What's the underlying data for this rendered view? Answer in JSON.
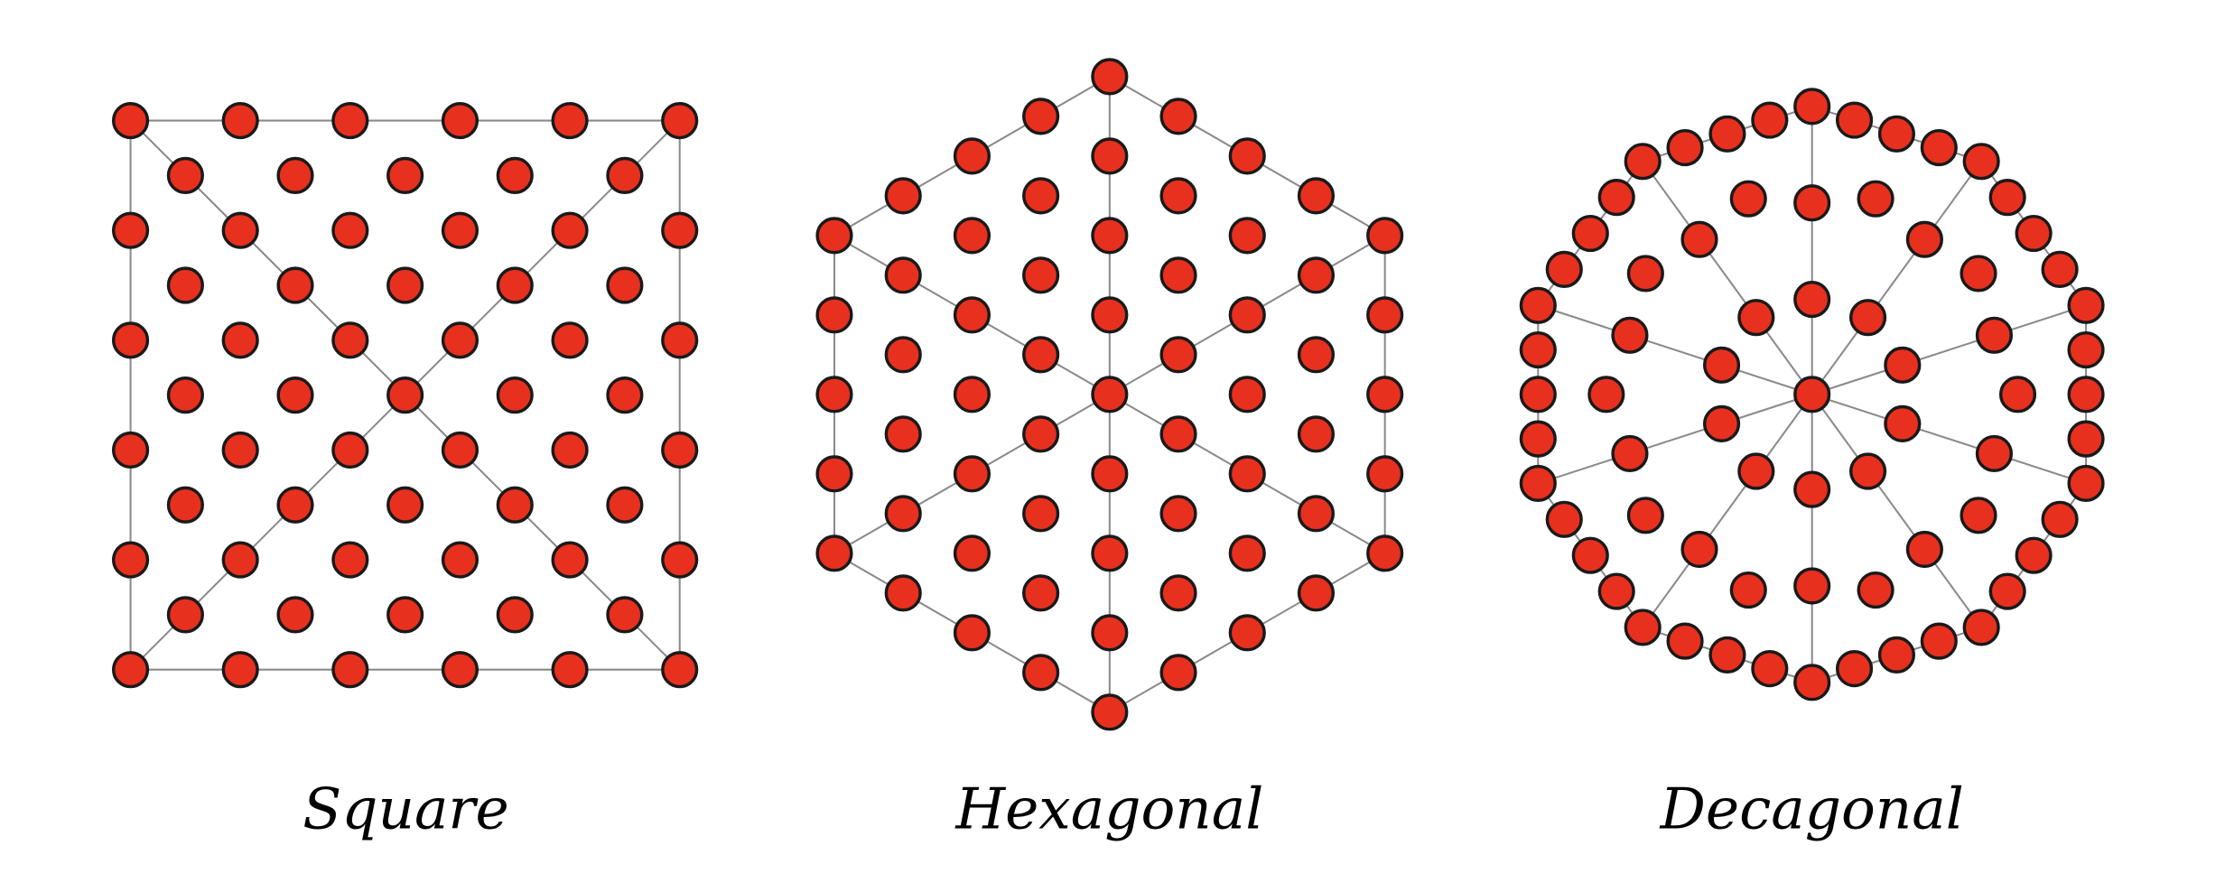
{
  "colors": {
    "node_fill": "#e8301f",
    "node_stroke": "#1a1a1a",
    "edge_stroke": "#8a8a8a",
    "caption_text": "#000000",
    "background": "#ffffff"
  },
  "panels": [
    {
      "key": "square",
      "caption": "Square",
      "shape": "square"
    },
    {
      "key": "hexagonal",
      "caption": "Hexagonal",
      "shape": "hexagon"
    },
    {
      "key": "decagonal",
      "caption": "Decagonal",
      "shape": "decagon"
    }
  ]
}
